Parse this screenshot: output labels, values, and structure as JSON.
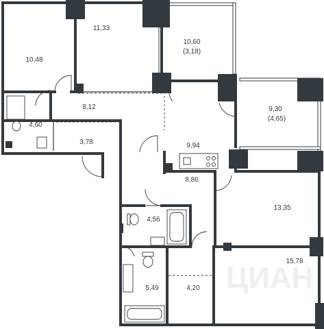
{
  "plan": {
    "rooms": [
      {
        "id": "bedroom-top-left",
        "area": "10,48"
      },
      {
        "id": "bedroom-top-middle",
        "area": "11,33"
      },
      {
        "id": "bedroom-top-right",
        "area": "10,60",
        "balcony_area": "(3,18)"
      },
      {
        "id": "hall-upper",
        "area": "8,12"
      },
      {
        "id": "bathroom-upper",
        "area": "4,60"
      },
      {
        "id": "wardrobe",
        "area": "3,78"
      },
      {
        "id": "room-right-balcony",
        "area": "9,30",
        "balcony_area": "(4,65)"
      },
      {
        "id": "kitchen",
        "area": "9,94"
      },
      {
        "id": "hall-lower",
        "area": "8,86"
      },
      {
        "id": "bathroom-middle",
        "area": "4,56"
      },
      {
        "id": "bedroom-right-middle",
        "area": "13,35"
      },
      {
        "id": "bathroom-lower",
        "area": "5,49"
      },
      {
        "id": "storage",
        "area": "4,20"
      },
      {
        "id": "bedroom-right-lower",
        "area": "15,78"
      }
    ],
    "watermark": "ЦИАН"
  }
}
